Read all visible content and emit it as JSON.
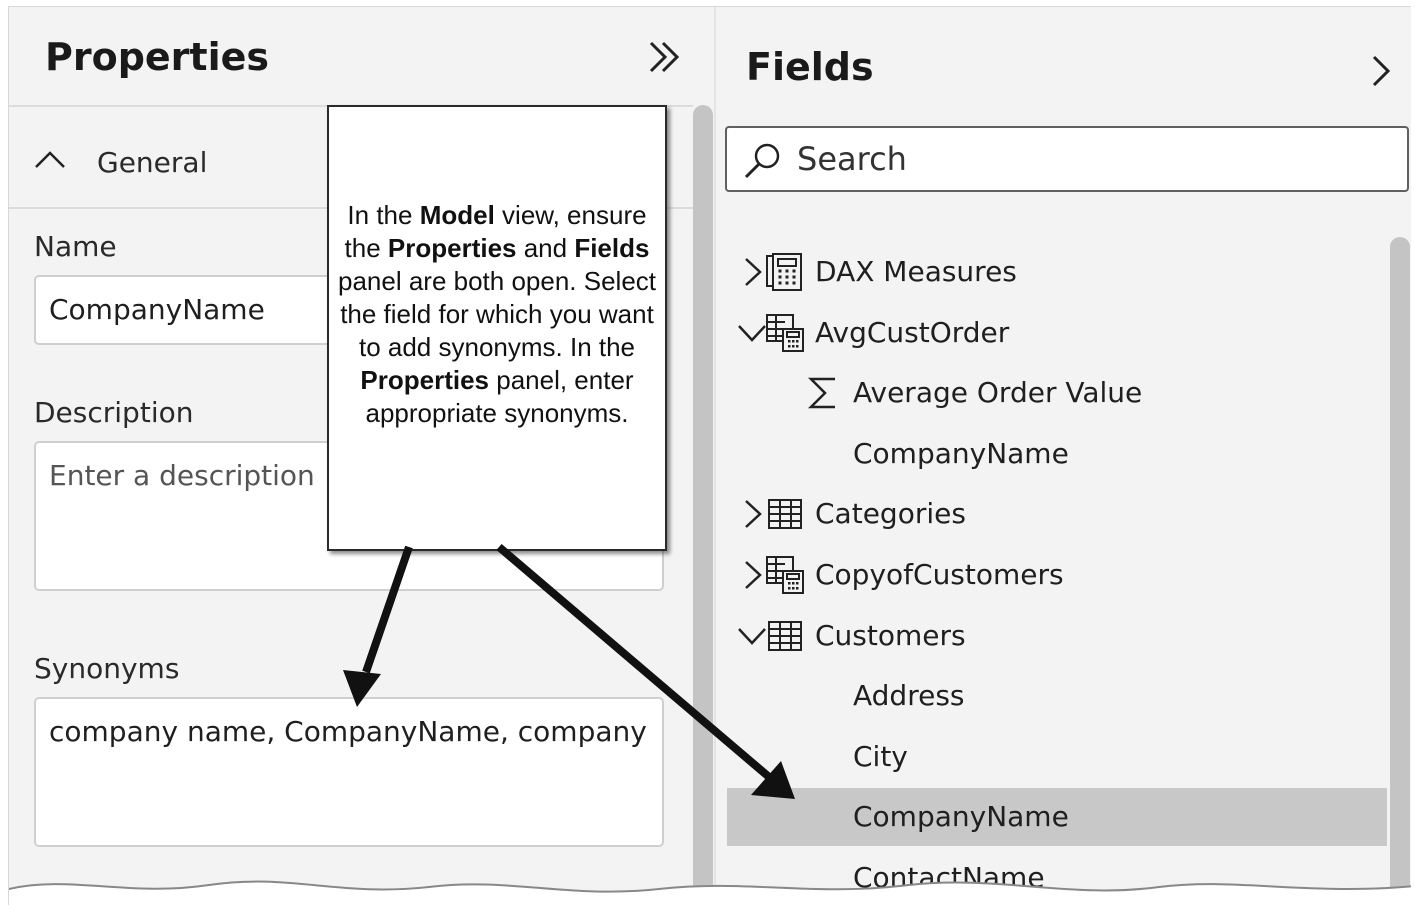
{
  "properties": {
    "title": "Properties",
    "section": "General",
    "name_label": "Name",
    "name_value": "CompanyName",
    "description_label": "Description",
    "description_placeholder": "Enter a description",
    "synonyms_label": "Synonyms",
    "synonyms_value": "company name, CompanyName, company"
  },
  "fields": {
    "title": "Fields",
    "search_placeholder": "Search",
    "tree": [
      {
        "label": "DAX Measures",
        "level": 0,
        "expander": "collapsed",
        "icon": "calculator-table-icon"
      },
      {
        "label": "AvgCustOrder",
        "level": 0,
        "expander": "expanded",
        "icon": "calculated-table-icon"
      },
      {
        "label": "Average Order Value",
        "level": 1,
        "icon": "sigma-icon"
      },
      {
        "label": "CompanyName",
        "level": 1
      },
      {
        "label": "Categories",
        "level": 0,
        "expander": "collapsed",
        "icon": "table-icon"
      },
      {
        "label": "CopyofCustomers",
        "level": 0,
        "expander": "collapsed",
        "icon": "calculated-table-icon"
      },
      {
        "label": "Customers",
        "level": 0,
        "expander": "expanded",
        "icon": "table-icon"
      },
      {
        "label": "Address",
        "level": 1
      },
      {
        "label": "City",
        "level": 1
      },
      {
        "label": "CompanyName",
        "level": 1,
        "selected": true
      },
      {
        "label": "ContactName",
        "level": 1
      }
    ]
  },
  "callout": {
    "segments": [
      {
        "text": "In the ",
        "bold": false
      },
      {
        "text": "Model",
        "bold": true
      },
      {
        "text": " view, ensure the ",
        "bold": false
      },
      {
        "text": "Properties",
        "bold": true
      },
      {
        "text": " and ",
        "bold": false
      },
      {
        "text": "Fields",
        "bold": true
      },
      {
        "text": " panel are both open. Select the field for which you want to add synonyms. In the ",
        "bold": false
      },
      {
        "text": "Properties",
        "bold": true
      },
      {
        "text": " panel, enter appropriate synonyms.",
        "bold": false
      }
    ]
  },
  "colors": {
    "panel_bg": "#f3f3f3",
    "selected_row": "#c8c8c8",
    "arrow": "#111111"
  }
}
